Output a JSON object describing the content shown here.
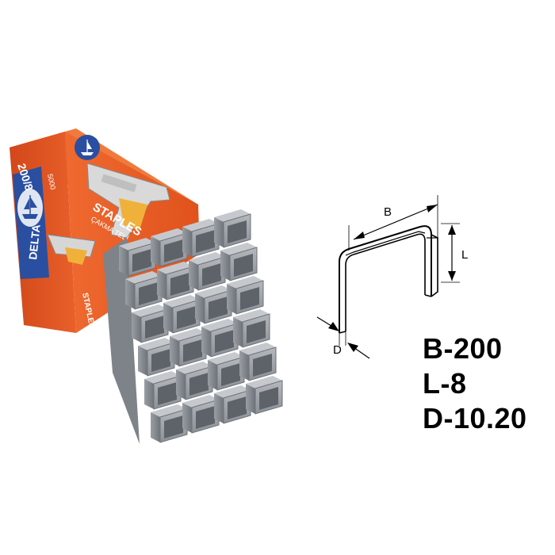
{
  "product": {
    "brand_label": "DELTA",
    "box_title": "STAPLES",
    "box_subtitle": "ÇAKMA TELİ",
    "box_code": "200/8",
    "box_count": "5000"
  },
  "diagram": {
    "label_b": "B",
    "label_l": "L",
    "label_d": "D"
  },
  "specs": [
    {
      "text": "B-200"
    },
    {
      "text": "L-8"
    },
    {
      "text": "D-10.20"
    }
  ],
  "colors": {
    "box_orange": "#e8602a",
    "box_blue": "#2a4fa0",
    "staple_steel": "#8e939a"
  }
}
